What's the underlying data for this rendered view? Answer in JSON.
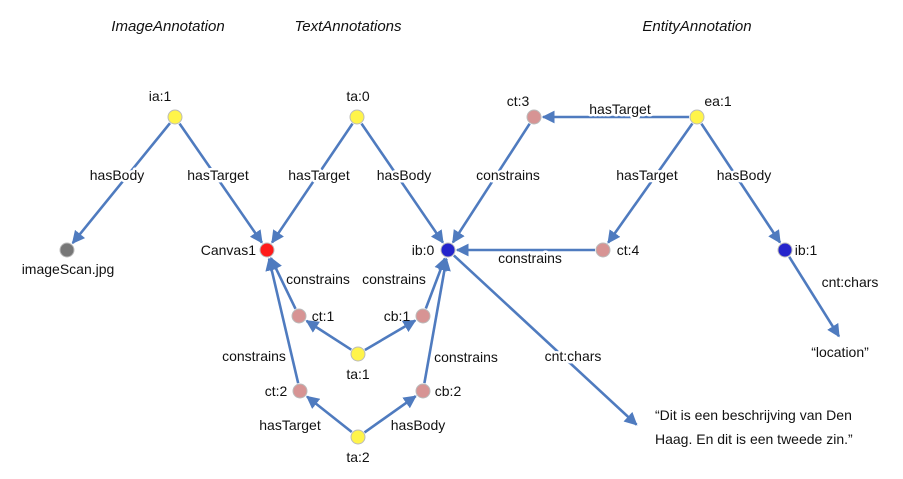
{
  "titles": {
    "image": "ImageAnnotation",
    "text": "TextAnnotations",
    "entity": "EntityAnnotation"
  },
  "colors": {
    "yellow": "#fff44a",
    "red": "#ff1a1a",
    "blue": "#2424cc",
    "pink": "#d79494",
    "gray": "#777777",
    "edge": "#4f7bbf"
  },
  "nodes": {
    "ia1": {
      "label": "ia:1",
      "color": "yellow"
    },
    "ta0": {
      "label": "ta:0",
      "color": "yellow"
    },
    "ct3": {
      "label": "ct:3",
      "color": "pink"
    },
    "ea1": {
      "label": "ea:1",
      "color": "yellow"
    },
    "imageScan": {
      "label": "imageScan.jpg",
      "color": "gray"
    },
    "canvas1": {
      "label": "Canvas1",
      "color": "red"
    },
    "ib0": {
      "label": "ib:0",
      "color": "blue"
    },
    "ct4": {
      "label": "ct:4",
      "color": "pink"
    },
    "ib1": {
      "label": "ib:1",
      "color": "blue"
    },
    "ct1": {
      "label": "ct:1",
      "color": "pink"
    },
    "cb1": {
      "label": "cb:1",
      "color": "pink"
    },
    "ta1": {
      "label": "ta:1",
      "color": "yellow"
    },
    "ct2": {
      "label": "ct:2",
      "color": "pink"
    },
    "cb2": {
      "label": "cb:2",
      "color": "pink"
    },
    "ta2": {
      "label": "ta:2",
      "color": "yellow"
    }
  },
  "texts": {
    "location": "“location”",
    "sentence_line1": "“Dit is een beschrijving van Den",
    "sentence_line2": "Haag. En dit is een tweede zin.”"
  },
  "edges": [
    {
      "from": "ia1",
      "to": "imageScan",
      "label": "hasBody"
    },
    {
      "from": "ia1",
      "to": "canvas1",
      "label": "hasTarget"
    },
    {
      "from": "ta0",
      "to": "canvas1",
      "label": "hasTarget"
    },
    {
      "from": "ta0",
      "to": "ib0",
      "label": "hasBody"
    },
    {
      "from": "ea1",
      "to": "ct3",
      "label": "hasTarget"
    },
    {
      "from": "ct3",
      "to": "ib0",
      "label": "constrains"
    },
    {
      "from": "ea1",
      "to": "ct4",
      "label": "hasTarget"
    },
    {
      "from": "ea1",
      "to": "ib1",
      "label": "hasBody"
    },
    {
      "from": "ct4",
      "to": "ib0",
      "label": "constrains"
    },
    {
      "from": "ib1",
      "to": "location",
      "label": "cnt:chars"
    },
    {
      "from": "ib0",
      "to": "sentence",
      "label": "cnt:chars"
    },
    {
      "from": "ct1",
      "to": "canvas1",
      "label": "constrains"
    },
    {
      "from": "cb1",
      "to": "ib0",
      "label": "constrains"
    },
    {
      "from": "ta1",
      "to": "ct1",
      "label": ""
    },
    {
      "from": "ta1",
      "to": "cb1",
      "label": ""
    },
    {
      "from": "ct2",
      "to": "canvas1",
      "label": "constrains"
    },
    {
      "from": "cb2",
      "to": "ib0",
      "label": "constrains"
    },
    {
      "from": "ta2",
      "to": "ct2",
      "label": "hasTarget"
    },
    {
      "from": "ta2",
      "to": "cb2",
      "label": "hasBody"
    }
  ]
}
